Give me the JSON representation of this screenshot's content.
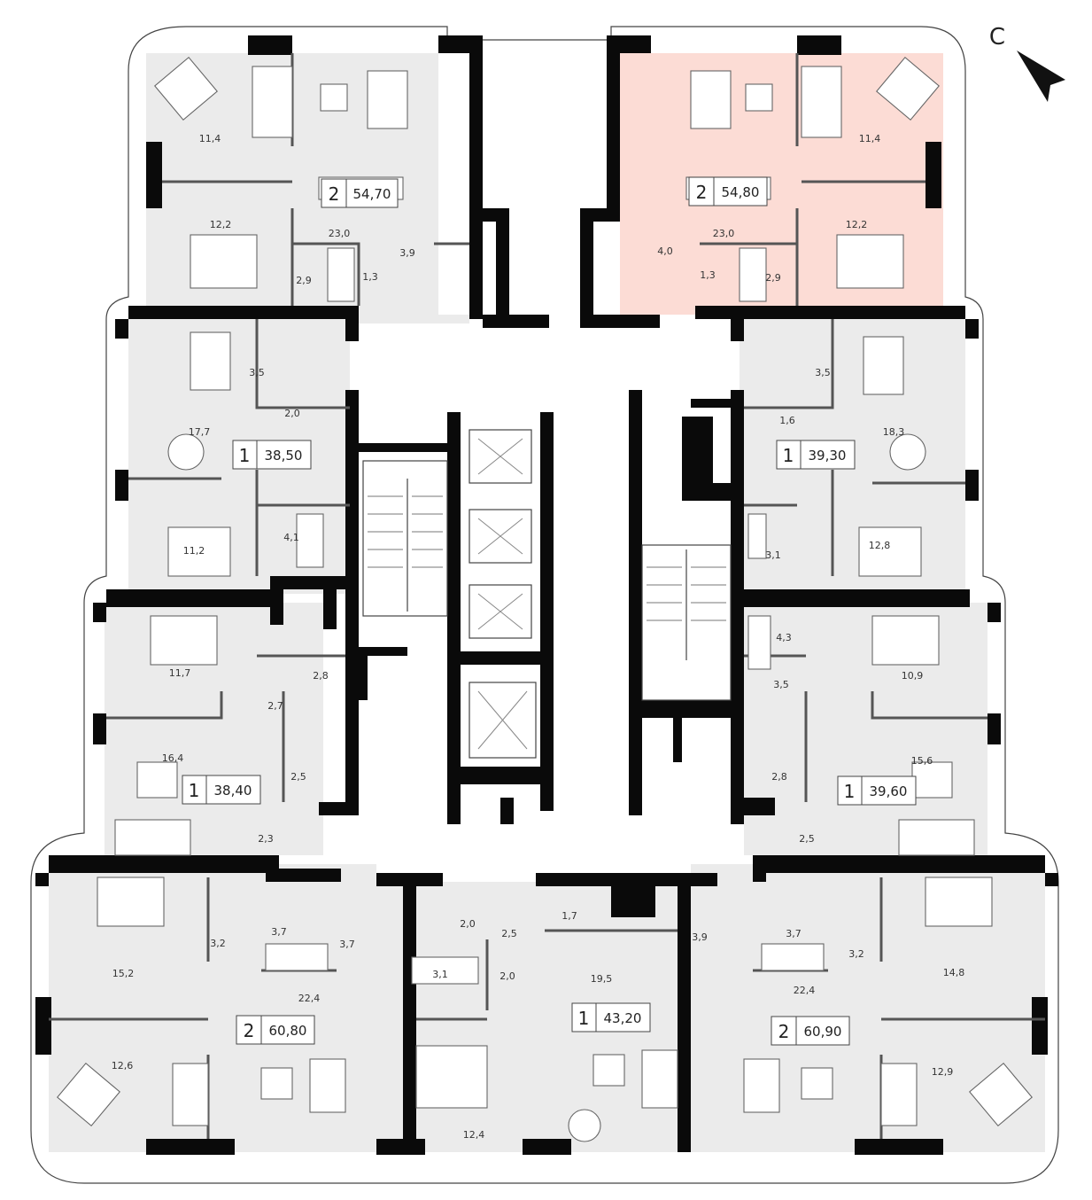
{
  "compass": {
    "label": "С"
  },
  "colors": {
    "apartment_fill": "#ebebeb",
    "highlight_fill": "#fcdcd5",
    "wall": "#0a0a0a",
    "outline": "#555555"
  },
  "apartments": [
    {
      "id": "a1",
      "rooms": "2",
      "area": "54,70",
      "highlighted": false
    },
    {
      "id": "a2",
      "rooms": "2",
      "area": "54,80",
      "highlighted": true
    },
    {
      "id": "a3",
      "rooms": "1",
      "area": "38,50",
      "highlighted": false
    },
    {
      "id": "a4",
      "rooms": "1",
      "area": "39,30",
      "highlighted": false
    },
    {
      "id": "a5",
      "rooms": "1",
      "area": "38,40",
      "highlighted": false
    },
    {
      "id": "a6",
      "rooms": "1",
      "area": "39,60",
      "highlighted": false
    },
    {
      "id": "a7",
      "rooms": "2",
      "area": "60,80",
      "highlighted": false
    },
    {
      "id": "a8",
      "rooms": "1",
      "area": "43,20",
      "highlighted": false
    },
    {
      "id": "a9",
      "rooms": "2",
      "area": "60,90",
      "highlighted": false
    }
  ],
  "room_areas": [
    "11,4",
    "12,2",
    "23,0",
    "2,9",
    "1,3",
    "3,9",
    "11,4",
    "12,2",
    "23,0",
    "4,0",
    "1,3",
    "2,9",
    "3,5",
    "2,0",
    "17,7",
    "4,1",
    "11,2",
    "3,5",
    "1,6",
    "18,3",
    "12,8",
    "3,1",
    "11,7",
    "2,8",
    "2,7",
    "16,4",
    "2,5",
    "2,3",
    "4,3",
    "10,9",
    "3,5",
    "15,6",
    "2,8",
    "2,5",
    "15,2",
    "3,2",
    "3,7",
    "3,7",
    "22,4",
    "12,6",
    "1,7",
    "2,0",
    "2,5",
    "2,0",
    "3,1",
    "19,5",
    "3,9",
    "12,4",
    "3,7",
    "3,2",
    "14,8",
    "22,4",
    "12,9"
  ]
}
